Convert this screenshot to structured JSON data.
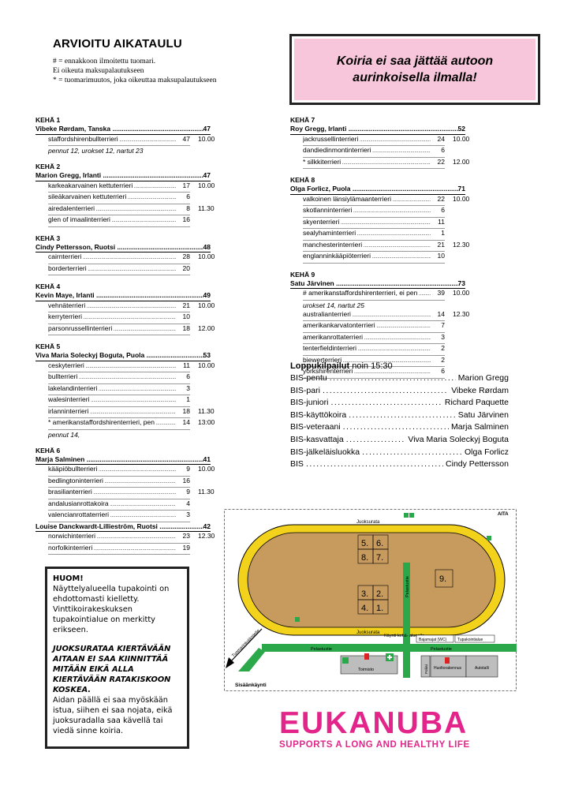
{
  "title": "ARVIOITU AIKATAULU",
  "notes": [
    "# = ennakkoon ilmoitettu tuomari.",
    "Ei oikeuta maksupalautukseen",
    "* = tuomarimuutos, joka oikeuttaa maksupalautukseen"
  ],
  "alert": "Koiria ei saa jättää autoon aurinkoisella ilmalla!",
  "rings_left": [
    {
      "heading": "KEHÄ 1",
      "judges": [
        {
          "name": "Vibeke Rørdam, Tanska",
          "count": "47",
          "breeds": [
            {
              "name": "staffordshirenbullterrieri",
              "count": "47",
              "time": "10.00"
            }
          ]
        }
      ],
      "note": "pennut 12, urokset 12,  nartut 23"
    },
    {
      "heading": "KEHÄ 2",
      "judges": [
        {
          "name": "Marion Gregg, Irlanti",
          "count": "47",
          "breeds": [
            {
              "name": "karkeakarvainen kettuterrieri",
              "count": "17",
              "time": "10.00"
            },
            {
              "name": "sileäkarvainen kettuterrieri",
              "count": "6",
              "time": ""
            },
            {
              "name": "airedalenterrieri",
              "count": "8",
              "time": "11.30"
            },
            {
              "name": "glen of imaalinterrieri",
              "count": "16",
              "time": ""
            }
          ]
        }
      ]
    },
    {
      "heading": "KEHÄ 3",
      "judges": [
        {
          "name": "Cindy Pettersson, Ruotsi",
          "count": "48",
          "breeds": [
            {
              "name": "cairnterrieri",
              "count": "28",
              "time": "10.00"
            },
            {
              "name": "borderterrieri",
              "count": "20",
              "time": ""
            }
          ]
        }
      ]
    },
    {
      "heading": "KEHÄ 4",
      "judges": [
        {
          "name": "Kevin Maye, Irlanti",
          "count": "49",
          "breeds": [
            {
              "name": "vehnäterrieri",
              "count": "21",
              "time": "10.00"
            },
            {
              "name": "kerryterrieri",
              "count": "10",
              "time": ""
            },
            {
              "name": "parsonrussellinterrieri",
              "count": "18",
              "time": "12.00"
            }
          ]
        }
      ]
    },
    {
      "heading": "KEHÄ 5",
      "judges": [
        {
          "name": "Viva Maria Soleckyj Boguta, Puola",
          "count": "53",
          "breeds": [
            {
              "name": "ceskyterrieri",
              "count": "11",
              "time": "10.00"
            },
            {
              "name": "bullterrieri",
              "count": "6",
              "time": ""
            },
            {
              "name": "lakelandinterrieri",
              "count": "3",
              "time": ""
            },
            {
              "name": "walesinterrieri",
              "count": "1",
              "time": ""
            },
            {
              "name": "irlanninterrieri",
              "count": "18",
              "time": "11.30"
            },
            {
              "name": "* amerikanstaffordshirenterrieri, pen",
              "count": "14",
              "time": "13:00"
            }
          ]
        }
      ],
      "note2": "pennut 14,"
    },
    {
      "heading": "KEHÄ 6",
      "judges": [
        {
          "name": "Marja Salminen",
          "count": "41",
          "breeds": [
            {
              "name": "kääpiöbullterrieri",
              "count": "9",
              "time": "10.00"
            },
            {
              "name": "bedlingtoninterrieri",
              "count": "16",
              "time": ""
            },
            {
              "name": "brasilianterrieri",
              "count": "9",
              "time": "11.30"
            },
            {
              "name": "andalusianrottakoira",
              "count": "4",
              "time": ""
            },
            {
              "name": "valencianrottaterrieri",
              "count": "3",
              "time": ""
            }
          ]
        },
        {
          "name": "Louise Danckwardt-Lillieström, Ruotsi",
          "count": "42",
          "breeds": [
            {
              "name": "norwichinterrieri",
              "count": "23",
              "time": "12.30"
            },
            {
              "name": "norfolkinterrieri",
              "count": "19",
              "time": ""
            }
          ]
        }
      ]
    }
  ],
  "rings_right": [
    {
      "heading": "KEHÄ 7",
      "judges": [
        {
          "name": "Roy Gregg, Irlanti",
          "count": "52",
          "breeds": [
            {
              "name": "jackrussellinterrieri",
              "count": "24",
              "time": "10.00"
            },
            {
              "name": "dandiedinmontinterrieri",
              "count": "6",
              "time": ""
            },
            {
              "name": "* silkkiterrieri",
              "count": "22",
              "time": "12.00"
            }
          ]
        }
      ]
    },
    {
      "heading": "KEHÄ 8",
      "judges": [
        {
          "name": "Olga Forlicz, Puola",
          "count": "71",
          "breeds": [
            {
              "name": "valkoinen länsiylämaanterrieri",
              "count": "22",
              "time": "10.00"
            },
            {
              "name": "skotlanninterrieri",
              "count": "6",
              "time": ""
            },
            {
              "name": "skyenterrieri",
              "count": "11",
              "time": ""
            },
            {
              "name": "sealyhaminterrieri",
              "count": "1",
              "time": ""
            },
            {
              "name": "manchesterinterrieri",
              "count": "21",
              "time": "12.30"
            },
            {
              "name": "englanninkääpiöterrieri",
              "count": "10",
              "time": ""
            }
          ]
        }
      ]
    },
    {
      "heading": "KEHÄ 9",
      "judges": [
        {
          "name": "Satu Järvinen",
          "count": "73",
          "breeds": [
            {
              "name": "# amerikanstaffordshirenterrieri, ei pen",
              "count": "39",
              "time": "10.00"
            }
          ]
        }
      ],
      "note": "urokset 14,  nartut 25",
      "judges2": [
        {
          "breeds": [
            {
              "name": "australianterrieri",
              "count": "14",
              "time": "12.30"
            },
            {
              "name": "amerikankarvatonterrieri",
              "count": "7",
              "time": ""
            },
            {
              "name": "amerikanrottaterrieri",
              "count": "3",
              "time": ""
            },
            {
              "name": "tenterfieldinterrieri",
              "count": "2",
              "time": ""
            },
            {
              "name": "biewerterrieri",
              "count": "2",
              "time": ""
            },
            {
              "name": "yorkshirenterrieri",
              "count": "6",
              "time": ""
            }
          ]
        }
      ]
    }
  ],
  "finals": {
    "heading": "Loppukilpailut",
    "time": "noin 15:30",
    "items": [
      {
        "label": "BIS-pentu",
        "judge": "Marion Gregg"
      },
      {
        "label": "BIS-pari",
        "judge": "Vibeke Rørdam"
      },
      {
        "label": "BIS-juniori",
        "judge": "Richard Paquette"
      },
      {
        "label": "BIS-käyttökoira",
        "judge": "Satu Järvinen"
      },
      {
        "label": "BIS-veteraani",
        "judge": "Marja Salminen"
      },
      {
        "label": "BIS-kasvattaja",
        "judge": "Viva Maria Soleckyj Boguta"
      },
      {
        "label": "BIS-jälkeläisluokka",
        "judge": "Olga Forlicz"
      },
      {
        "label": "BIS",
        "judge": "Cindy Pettersson"
      }
    ]
  },
  "map": {
    "aita": "AITA",
    "juoksurata": "Juoksurata",
    "pelastustie": "Pelastustie",
    "kaynti": "Käynti kehä- alueelle",
    "bajamajat": "Bajamajat (WC)",
    "tupakointialue": "Tupakointialue",
    "toimisto": "Toimisto",
    "poliisi": "Poliisi",
    "huoltorakennus": "Huoltorakennus",
    "autotalli": "Autotalli",
    "sisaankaynti": "Sisäänkäynti",
    "tuomarinkylantielle": "Tuomarinkyläntielle",
    "ring_numbers": [
      "1.",
      "2.",
      "3.",
      "4.",
      "5.",
      "6.",
      "7.",
      "8.",
      "9."
    ],
    "colors": {
      "track": "#f2d21b",
      "infield": "#c79a5e",
      "road": "#2aa84a"
    }
  },
  "huom": {
    "heading": "HUOM!",
    "p1": "Näyttelyalueella tupakointi on ehdottomasti kielletty. Vinttikoirakeskuksen tupakointialue on merkitty erikseen.",
    "p2": "JUOKSURATAA KIERTÄVÄÄN AITAAN EI SAA KIINNITTÄÄ MITÄÄN EIKÄ ALLA KIERTÄVÄÄN RATAKISKOON KOSKEA.",
    "p3": "Aidan päällä ei saa myöskään istua, siihen ei saa nojata, eikä juoksuradalla saa kävellä tai viedä sinne koiria."
  },
  "logo": {
    "name": "EUKANUBA",
    "tagline": "SUPPORTS A LONG AND HEALTHY LIFE",
    "color": "#e3258b"
  }
}
